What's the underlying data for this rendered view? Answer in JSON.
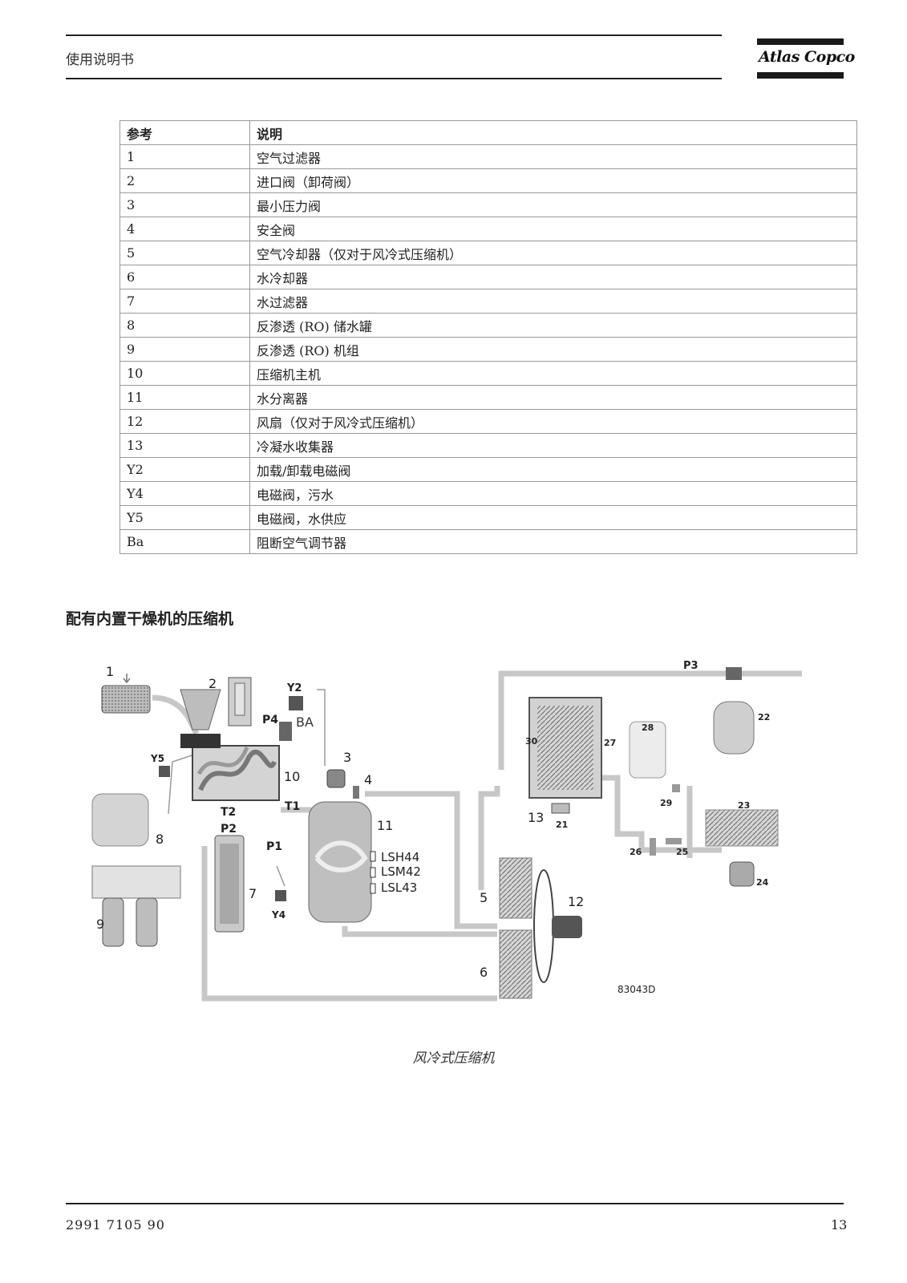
{
  "header": {
    "title": "使用说明书",
    "logo": "Atlas Copco"
  },
  "table": {
    "headers": [
      "参考",
      "说明"
    ],
    "rows": [
      [
        "1",
        "空气过滤器"
      ],
      [
        "2",
        "进口阀（卸荷阀）"
      ],
      [
        "3",
        "最小压力阀"
      ],
      [
        "4",
        "安全阀"
      ],
      [
        "5",
        "空气冷却器（仅对于风冷式压缩机）"
      ],
      [
        "6",
        "水冷却器"
      ],
      [
        "7",
        "水过滤器"
      ],
      [
        "8",
        "反渗透 (RO) 储水罐"
      ],
      [
        "9",
        "反渗透 (RO) 机组"
      ],
      [
        "10",
        "压缩机主机"
      ],
      [
        "11",
        "水分离器"
      ],
      [
        "12",
        "风扇（仅对于风冷式压缩机）"
      ],
      [
        "13",
        "冷凝水收集器"
      ],
      [
        "Y2",
        "加载/卸载电磁阀"
      ],
      [
        "Y4",
        "电磁阀，污水"
      ],
      [
        "Y5",
        "电磁阀，水供应"
      ],
      [
        "Ba",
        "阻断空气调节器"
      ]
    ]
  },
  "section_title": "配有内置干燥机的压缩机",
  "diagram": {
    "labels": {
      "n1": "1",
      "n2": "2",
      "n3": "3",
      "n4": "4",
      "n5": "5",
      "n6": "6",
      "n7": "7",
      "n8": "8",
      "n9": "9",
      "n10": "10",
      "n11": "11",
      "n12": "12",
      "n13": "13",
      "n21": "21",
      "n22": "22",
      "n23": "23",
      "n24": "24",
      "n25": "25",
      "n26": "26",
      "n27": "27",
      "n28": "28",
      "n29": "29",
      "n30": "30",
      "y2": "Y2",
      "y4": "Y4",
      "y5": "Y5",
      "ba": "BA",
      "p1": "P1",
      "p2": "P2",
      "p3": "P3",
      "p4": "P4",
      "t1": "T1",
      "t2": "T2",
      "lsh": "LSH44",
      "lsm": "LSM42",
      "lsl": "LSL43",
      "code": "83043D"
    }
  },
  "caption": "风冷式压缩机",
  "footer": {
    "doc_number": "2991 7105 90",
    "page": "13"
  }
}
